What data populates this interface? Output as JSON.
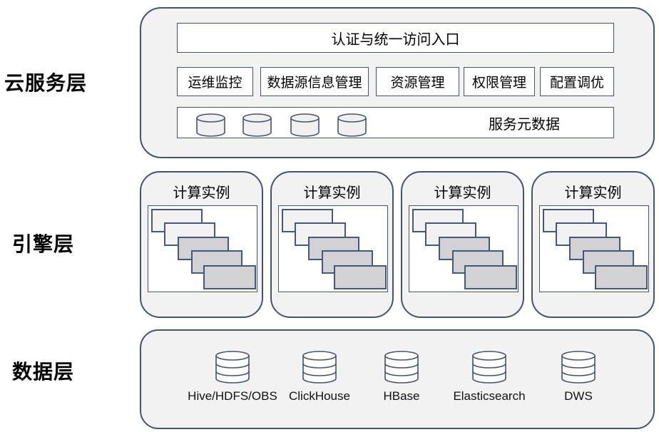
{
  "layer_labels": {
    "cloud": "云服务层",
    "engine": "引擎层",
    "data": "数据层"
  },
  "cloud_service_layer": {
    "entry_bar": "认证与统一访问入口",
    "modules": [
      "运维监控",
      "数据源信息管理",
      "资源管理",
      "权限管理",
      "配置调优"
    ],
    "metadata_bar": {
      "label": "服务元数据",
      "cylinder_count": 4
    }
  },
  "engine_layer": {
    "instances": [
      {
        "label": "计算实例",
        "stacked_cards": 5
      },
      {
        "label": "计算实例",
        "stacked_cards": 5
      },
      {
        "label": "计算实例",
        "stacked_cards": 5
      },
      {
        "label": "计算实例",
        "stacked_cards": 5
      }
    ]
  },
  "data_layer": {
    "stores": [
      "Hive/HDFS/OBS",
      "ClickHouse",
      "HBase",
      "Elasticsearch",
      "DWS"
    ]
  },
  "icons": {
    "small_cylinder": "database-cylinder-icon",
    "large_cylinder": "database-cylinder-icon"
  },
  "colors": {
    "outline": "#44546A",
    "panel_fill": "#F2F2F2",
    "box_fill": "#FFFFFF",
    "card_light": "#F2F2F2",
    "card_dark": "#D2D2D5",
    "text": "#000000"
  }
}
